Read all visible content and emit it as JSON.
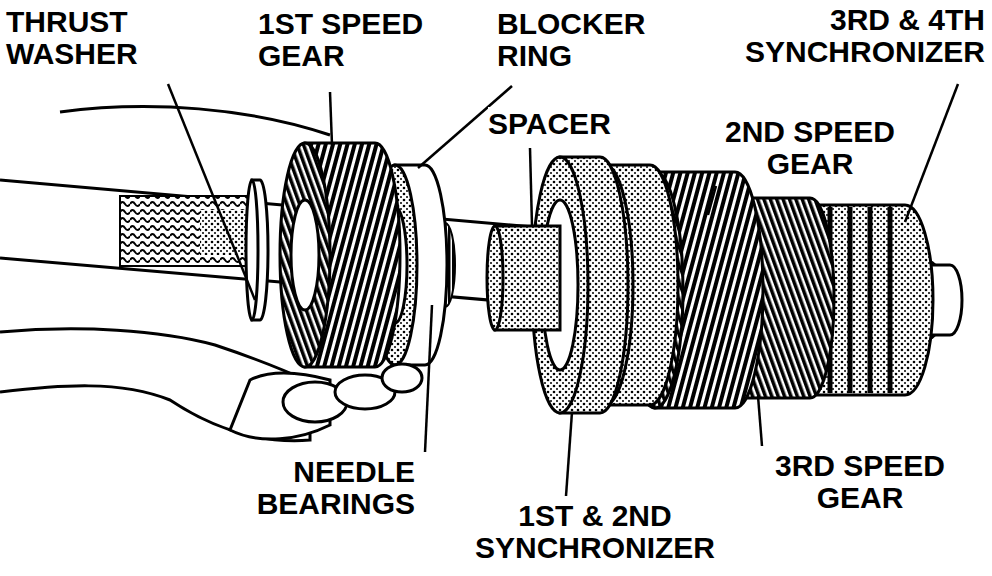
{
  "diagram": {
    "labels": [
      "THRUST WASHER",
      "1ST SPEED GEAR",
      "BLOCKER RING",
      "3RD & 4TH SYNCHRONIZER",
      "SPACER",
      "2ND SPEED GEAR",
      "NEEDLE BEARINGS",
      "1ST & 2ND SYNCHRONIZER",
      "3RD SPEED GEAR"
    ]
  }
}
